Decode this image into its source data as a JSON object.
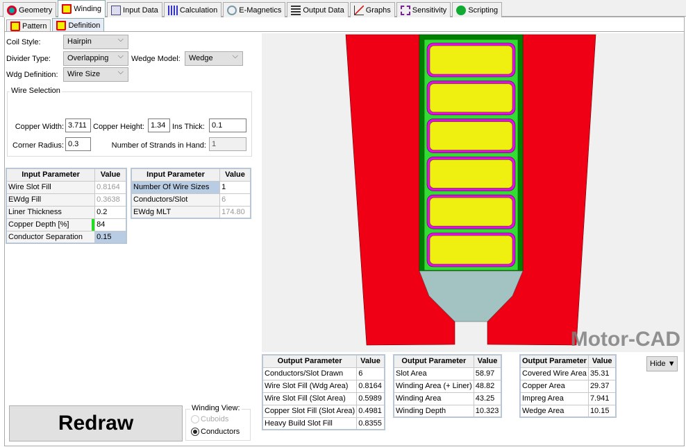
{
  "tabs": [
    {
      "label": "Geometry",
      "icon": "geometry-icon"
    },
    {
      "label": "Winding",
      "icon": "winding-icon",
      "active": true
    },
    {
      "label": "Input Data",
      "icon": "input-data-icon"
    },
    {
      "label": "Calculation",
      "icon": "calculation-icon"
    },
    {
      "label": "E-Magnetics",
      "icon": "e-magnetics-icon"
    },
    {
      "label": "Output Data",
      "icon": "output-data-icon"
    },
    {
      "label": "Graphs",
      "icon": "graphs-icon"
    },
    {
      "label": "Sensitivity",
      "icon": "sensitivity-icon"
    },
    {
      "label": "Scripting",
      "icon": "scripting-icon"
    }
  ],
  "subtabs": [
    {
      "label": "Pattern"
    },
    {
      "label": "Definition",
      "active": true
    }
  ],
  "form": {
    "coil_style_label": "Coil Style:",
    "coil_style": "Hairpin",
    "divider_type_label": "Divider Type:",
    "divider_type": "Overlapping",
    "wedge_model_label": "Wedge Model:",
    "wedge_model": "Wedge",
    "wdg_definition_label": "Wdg Definition:",
    "wdg_definition": "Wire Size"
  },
  "wire_selection": {
    "title": "Wire Selection",
    "copper_width_label": "Copper Width:",
    "copper_width": "3.711",
    "copper_height_label": "Copper Height:",
    "copper_height": "1.34",
    "ins_thick_label": "Ins Thick:",
    "ins_thick": "0.1",
    "corner_radius_label": "Corner Radius:",
    "corner_radius": "0.3",
    "strands_label": "Number of Strands in Hand:",
    "strands": "1"
  },
  "input_table_1": {
    "headers": [
      "Input Parameter",
      "Value"
    ],
    "rows": [
      [
        "Wire Slot Fill",
        "0.8164",
        "gray"
      ],
      [
        "EWdg Fill",
        "0.3638",
        "gray"
      ],
      [
        "Liner Thickness",
        "0.2",
        ""
      ],
      [
        "Copper Depth [%]",
        "84",
        "bar"
      ],
      [
        "Conductor Separation",
        "0.15",
        "hlv"
      ]
    ]
  },
  "input_table_2": {
    "headers": [
      "Input Parameter",
      "Value"
    ],
    "rows": [
      [
        "Number Of Wire Sizes",
        "1",
        "hlp"
      ],
      [
        "Conductors/Slot",
        "6",
        "gray"
      ],
      [
        "EWdg MLT",
        "174.80",
        "gray"
      ]
    ]
  },
  "output_table_1": {
    "headers": [
      "Output Parameter",
      "Value"
    ],
    "rows": [
      [
        "Conductors/Slot Drawn",
        "6"
      ],
      [
        "Wire Slot Fill (Wdg Area)",
        "0.8164"
      ],
      [
        "Wire Slot Fill (Slot Area)",
        "0.5989"
      ],
      [
        "Copper Slot Fill (Slot Area)",
        "0.4981"
      ],
      [
        "Heavy Build Slot Fill",
        "0.8355"
      ]
    ]
  },
  "output_table_2": {
    "headers": [
      "Output Parameter",
      "Value"
    ],
    "rows": [
      [
        "Slot Area",
        "58.97"
      ],
      [
        "Winding Area (+ Liner)",
        "48.82"
      ],
      [
        "Winding Area",
        "43.25"
      ],
      [
        "Winding Depth",
        "10.323"
      ]
    ]
  },
  "output_table_3": {
    "headers": [
      "Output Parameter",
      "Value"
    ],
    "rows": [
      [
        "Covered Wire Area",
        "35.31"
      ],
      [
        "Copper Area",
        "29.37"
      ],
      [
        "Impreg Area",
        "7.941"
      ],
      [
        "Wedge Area",
        "10.15"
      ]
    ]
  },
  "hide_button": "Hide",
  "redraw_button": "Redraw",
  "winding_view": {
    "title": "Winding View:",
    "options": [
      "Cuboids",
      "Conductors"
    ],
    "selected": "Conductors"
  },
  "watermark": "Motor-CAD",
  "drawing": {
    "conductors": 6,
    "colors": {
      "stator": "#f00014",
      "liner": "#008000",
      "impreg": "#33dd33",
      "insulation": "#e010e0",
      "copper": "#f0f010",
      "wedge": "#a3c3c3"
    }
  }
}
